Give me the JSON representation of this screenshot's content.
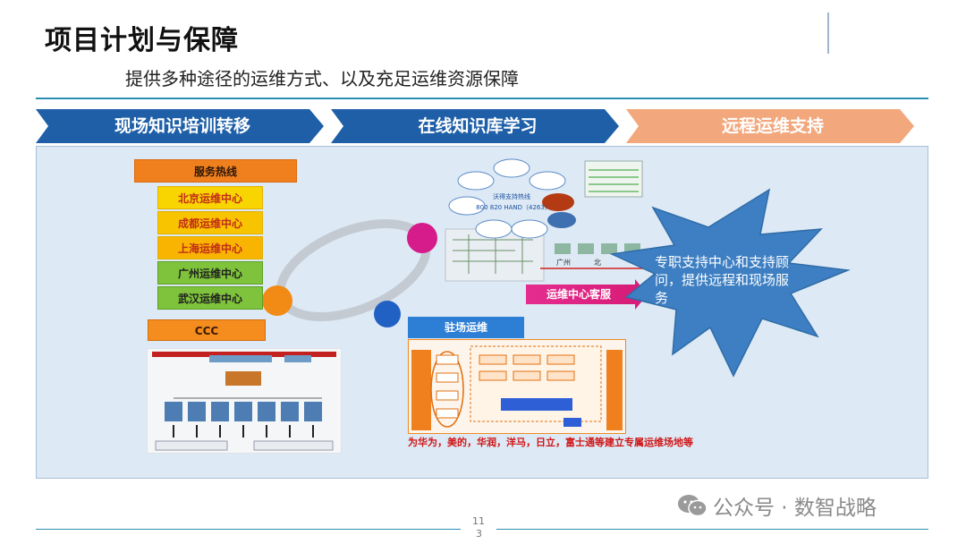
{
  "slide": {
    "title": "项目计划与保障",
    "subtitle": "提供多种途径的运维方式、以及充足运维资源保障"
  },
  "steps": [
    {
      "label": "现场知识培训转移"
    },
    {
      "label": "在线知识库学习"
    },
    {
      "label": "远程运维支持"
    }
  ],
  "left": {
    "hotline_label": "服务热线",
    "centers": [
      "北京运维中心",
      "成都运维中心",
      "上海运维中心",
      "广州运维中心",
      "武汉运维中心"
    ],
    "ccc_label": "CCC"
  },
  "right": {
    "onsite_label": "驻场运维",
    "service_bar_label": "运维中心客服",
    "hotline_name": "沃得支持热线",
    "hotline_number": "800 820 HAND（4263）",
    "bottom_note": "为华为，美的，华润，洋马，日立，富士通等建立专属运维场地等",
    "city_labels": [
      "广州",
      "北"
    ]
  },
  "callout": {
    "text": "专职支持中心和支持顾问，提供远程和现场服务"
  },
  "footer": {
    "page_line1": "11",
    "page_line2": "3",
    "watermark": "公众号 · 数智战略"
  },
  "colors": {
    "step_blue": "#1e5fa8",
    "step_orange": "#f2a77c",
    "star_blue": "#3d7fc2",
    "accent_line": "#2b8fb3"
  }
}
